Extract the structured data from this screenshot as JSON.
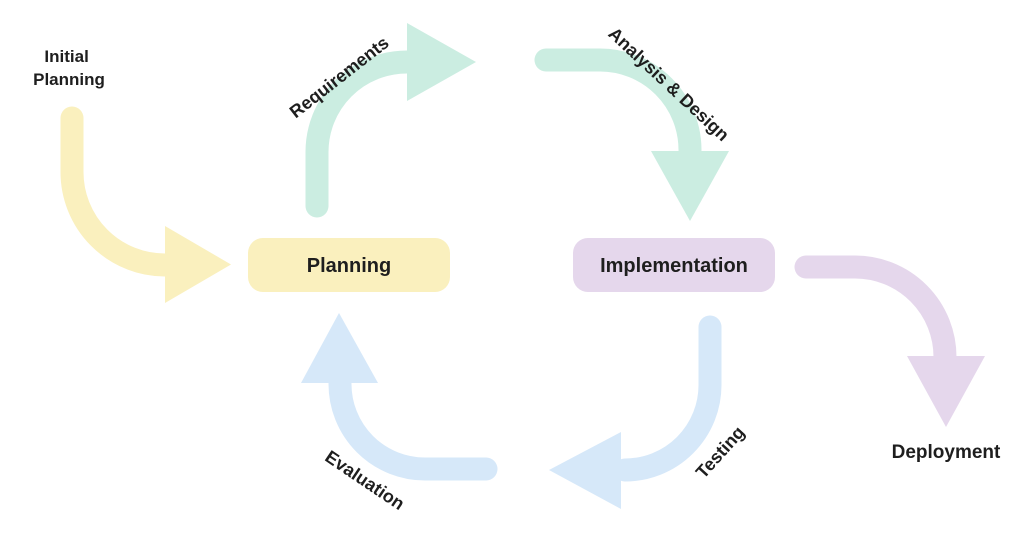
{
  "diagram": {
    "type": "cycle-flow-diagram",
    "colors": {
      "yellow": "#FAF0BE",
      "teal": "#CBEDE1",
      "blue": "#D6E8F9",
      "purple": "#E5D7EC",
      "text": "#1E1E1E"
    },
    "start_label": {
      "line1": "Initial",
      "line2": "Planning"
    },
    "end_label": "Deployment",
    "nodes": {
      "planning": "Planning",
      "implementation": "Implementation"
    },
    "arrow_labels": {
      "requirements": "Requirements",
      "analysis_design": "Analysis & Design",
      "testing": "Testing",
      "evaluation": "Evaluation"
    }
  }
}
